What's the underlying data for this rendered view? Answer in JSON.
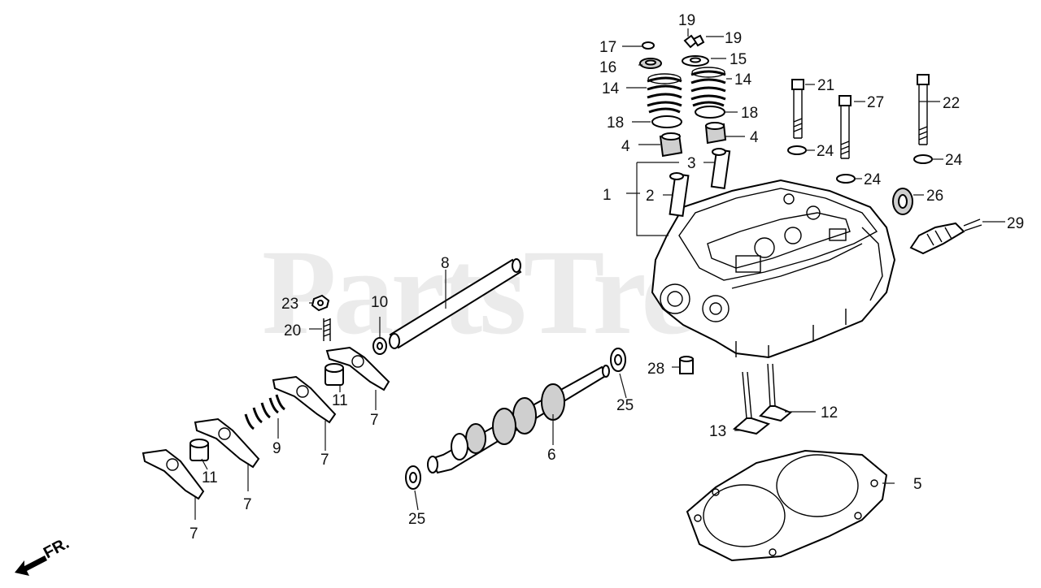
{
  "watermark": "PartsTre",
  "direction_label": "FR.",
  "colors": {
    "ink": "#000000",
    "background": "#ffffff",
    "watermark": "#d6d6d6"
  },
  "callouts": {
    "c1": "1",
    "c2": "2",
    "c3": "3",
    "c4a": "4",
    "c4b": "4",
    "c5": "5",
    "c6": "6",
    "c7a": "7",
    "c7b": "7",
    "c7c": "7",
    "c7d": "7",
    "c8": "8",
    "c9": "9",
    "c10": "10",
    "c11a": "11",
    "c11b": "11",
    "c12": "12",
    "c13": "13",
    "c14a": "14",
    "c14b": "14",
    "c15": "15",
    "c16": "16",
    "c17": "17",
    "c18a": "18",
    "c18b": "18",
    "c19a": "19",
    "c19b": "19",
    "c20": "20",
    "c21": "21",
    "c22": "22",
    "c23": "23",
    "c24a": "24",
    "c24b": "24",
    "c24c": "24",
    "c25a": "25",
    "c25b": "25",
    "c26": "26",
    "c27": "27",
    "c28": "28",
    "c29": "29"
  }
}
